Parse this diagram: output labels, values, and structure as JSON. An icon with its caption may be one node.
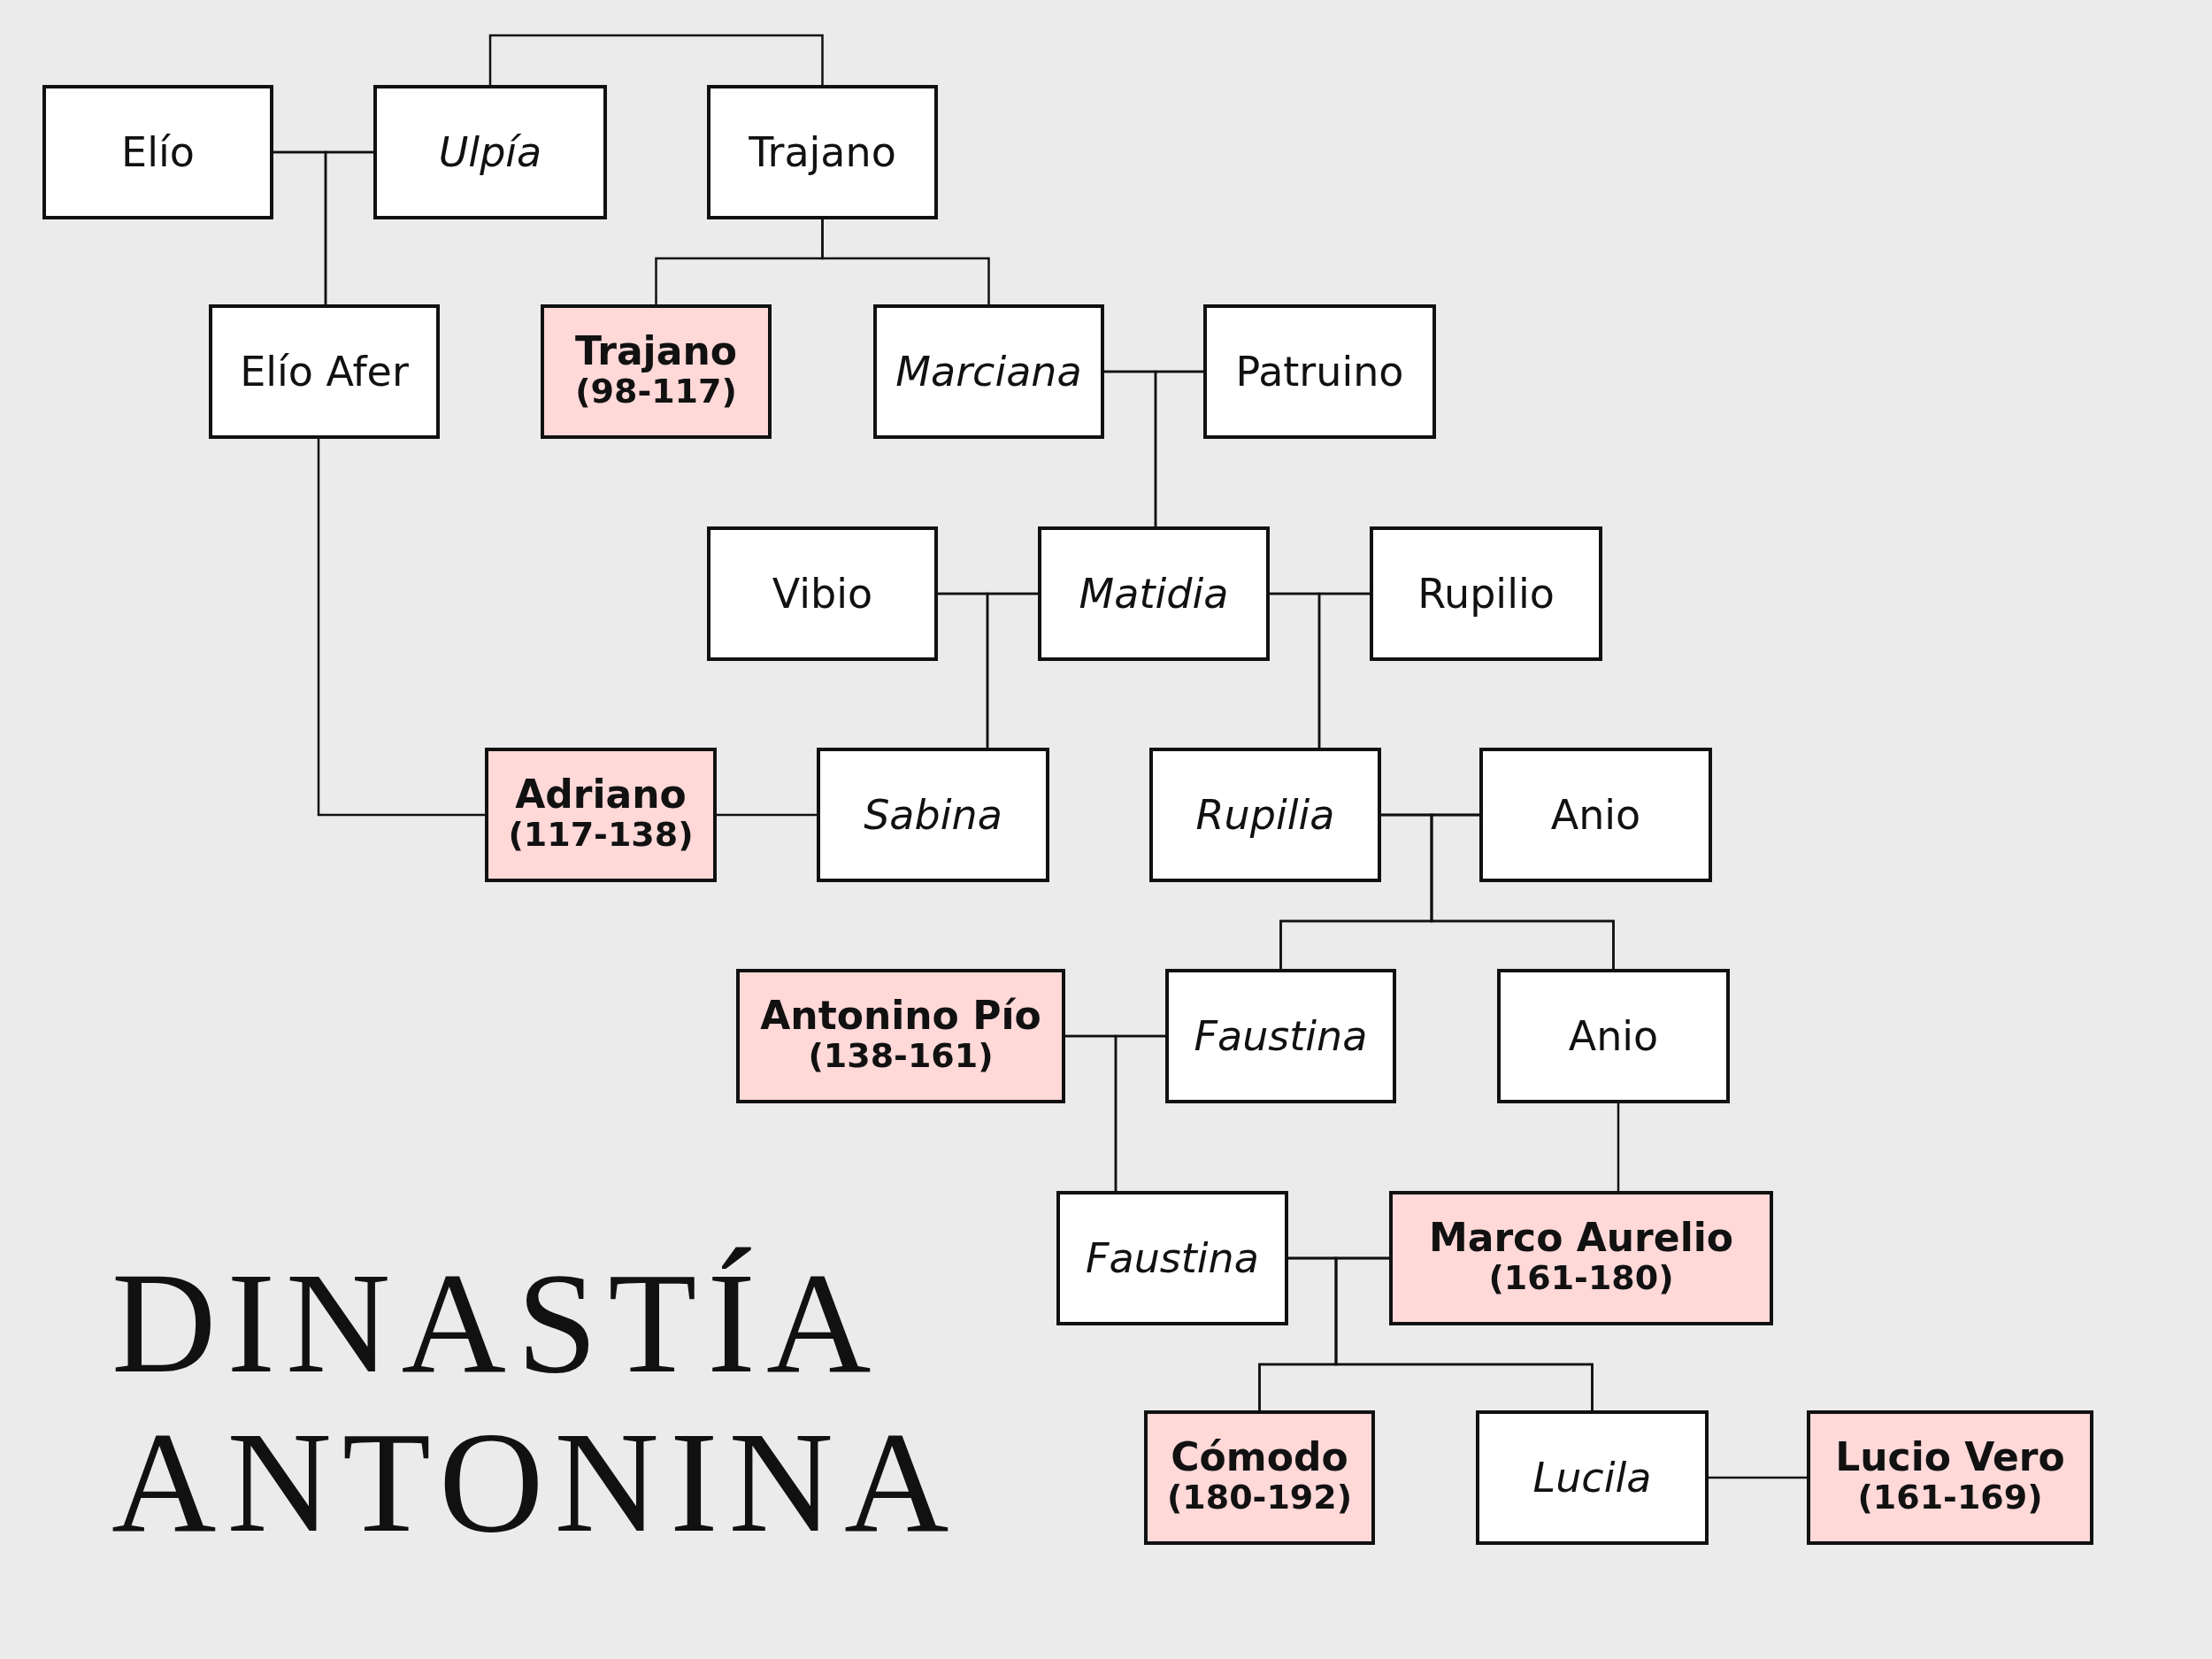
{
  "diagram": {
    "title": "DINASTÍA ANTONINA",
    "nodes": [
      {
        "text": [
          "Elío"
        ]
      },
      {
        "text": [
          "Ulpía"
        ]
      },
      {
        "text": [
          "Trajano"
        ]
      },
      {
        "text": [
          "Elío Afer"
        ]
      },
      {
        "text": [
          "Trajano",
          "(98-117)"
        ]
      },
      {
        "text": [
          "Marciana"
        ]
      },
      {
        "text": [
          "Patruino"
        ]
      },
      {
        "text": [
          "Vibio"
        ]
      },
      {
        "text": [
          "Matidia"
        ]
      },
      {
        "text": [
          "Rupilio"
        ]
      },
      {
        "text": [
          "Adriano",
          "(117-138)"
        ]
      },
      {
        "text": [
          "Sabina"
        ]
      },
      {
        "text": [
          "Rupilia"
        ]
      },
      {
        "text": [
          "Anio"
        ]
      },
      {
        "text": [
          "Antonino Pío",
          "(138-161)"
        ]
      },
      {
        "text": [
          "Faustina"
        ]
      },
      {
        "text": [
          "Anio"
        ]
      },
      {
        "text": [
          "Faustina"
        ]
      },
      {
        "text": [
          "Marco Aurelio",
          "(161-180)"
        ]
      },
      {
        "text": [
          "Cómodo",
          "(180-192)"
        ]
      },
      {
        "text": [
          "Lucila"
        ]
      },
      {
        "text": [
          "Lucio Vero",
          "(161-169)"
        ]
      }
    ],
    "edges": [
      {
        "from": 0,
        "to": 1,
        "arrow": "none"
      },
      {
        "from": 1,
        "to": 2,
        "arrow": "none"
      },
      {
        "from": 0,
        "to": 3,
        "arrow": "none"
      },
      {
        "from": 1,
        "to": 3,
        "arrow": "none"
      },
      {
        "from": 2,
        "to": 4,
        "arrow": "none"
      },
      {
        "from": 2,
        "to": 5,
        "arrow": "none"
      },
      {
        "from": 5,
        "to": 6,
        "arrow": "none"
      },
      {
        "from": 5,
        "to": 8,
        "arrow": "none"
      },
      {
        "from": 6,
        "to": 8,
        "arrow": "none"
      },
      {
        "from": 7,
        "to": 8,
        "arrow": "none"
      },
      {
        "from": 7,
        "to": 11,
        "arrow": "none"
      },
      {
        "from": 8,
        "to": 11,
        "arrow": "none"
      },
      {
        "from": 8,
        "to": 9,
        "arrow": "none"
      },
      {
        "from": 8,
        "to": 12,
        "arrow": "none"
      },
      {
        "from": 9,
        "to": 12,
        "arrow": "none"
      },
      {
        "from": 3,
        "to": 10,
        "arrow": "none"
      },
      {
        "from": 10,
        "to": 11,
        "arrow": "none"
      },
      {
        "from": 12,
        "to": 13,
        "arrow": "none"
      },
      {
        "from": 12,
        "to": 15,
        "arrow": "none"
      },
      {
        "from": 13,
        "to": 15,
        "arrow": "none"
      },
      {
        "from": 12,
        "to": 16,
        "arrow": "none"
      },
      {
        "from": 13,
        "to": 16,
        "arrow": "none"
      },
      {
        "from": 14,
        "to": 15,
        "arrow": "none"
      },
      {
        "from": 14,
        "to": 17,
        "arrow": "none"
      },
      {
        "from": 15,
        "to": 17,
        "arrow": "none"
      },
      {
        "from": 16,
        "to": 18,
        "arrow": "none"
      },
      {
        "from": 17,
        "to": 18,
        "arrow": "none"
      },
      {
        "from": 17,
        "to": 19,
        "arrow": "none"
      },
      {
        "from": 18,
        "to": 19,
        "arrow": "none"
      },
      {
        "from": 17,
        "to": 20,
        "arrow": "none"
      },
      {
        "from": 18,
        "to": 20,
        "arrow": "none"
      },
      {
        "from": 20,
        "to": 21,
        "arrow": "none"
      }
    ]
  }
}
